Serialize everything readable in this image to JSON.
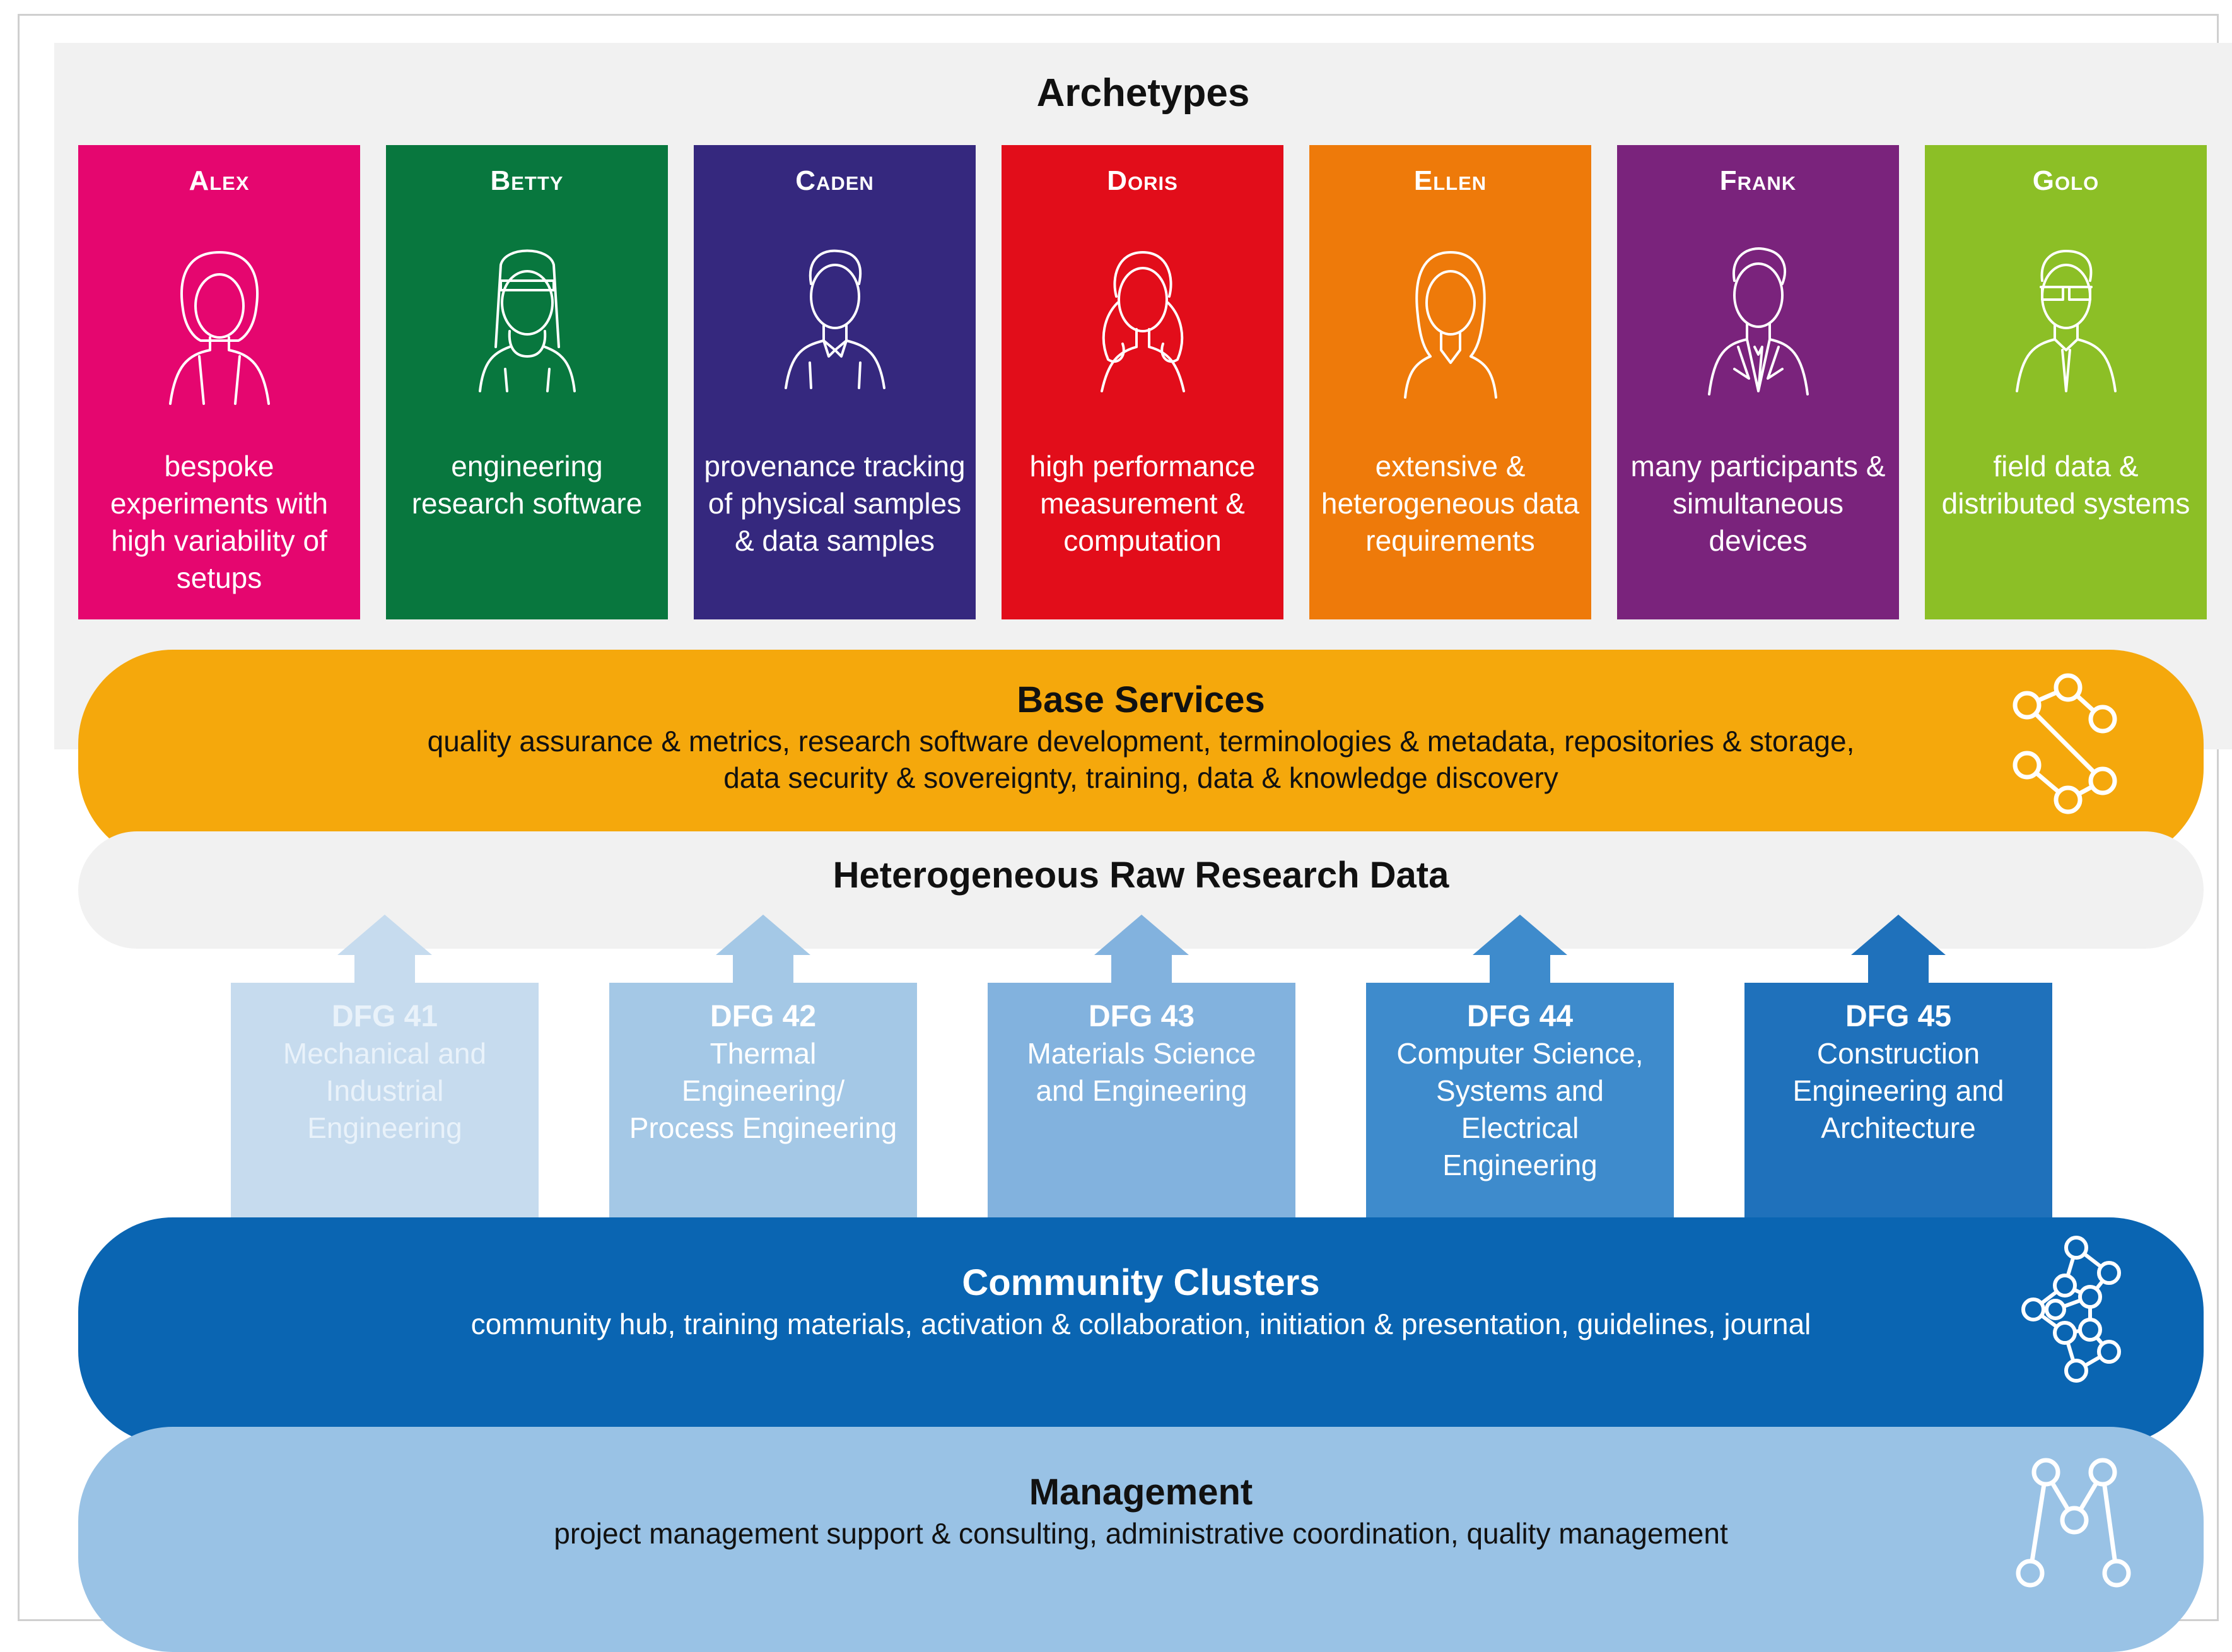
{
  "archetypes": {
    "title": "Archetypes",
    "cards": [
      {
        "name": "Alex",
        "desc": "bespoke experiments with high variability of setups",
        "color": "#e5066f",
        "icon": "woman-short-hair-icon"
      },
      {
        "name": "Betty",
        "desc": "engineering research software",
        "color": "#08773e",
        "icon": "woman-turtleneck-icon"
      },
      {
        "name": "Caden",
        "desc": "provenance tracking of physical samples & data samples",
        "color": "#35287e",
        "icon": "man-shirt-icon"
      },
      {
        "name": "Doris",
        "desc": "high performance measurement & computation",
        "color": "#e20d1a",
        "icon": "woman-pigtails-icon"
      },
      {
        "name": "Ellen",
        "desc": "extensive & heterogeneous data requirements",
        "color": "#ee7a0a",
        "icon": "woman-long-hair-icon"
      },
      {
        "name": "Frank",
        "desc": "many participants & simultaneous devices",
        "color": "#7a237c",
        "icon": "man-suit-icon"
      },
      {
        "name": "Golo",
        "desc": "field data & distributed systems",
        "color": "#8cbf26",
        "icon": "man-glasses-tie-icon"
      }
    ]
  },
  "base_services": {
    "title": "Base Services",
    "line1": "quality assurance & metrics, research software development, terminologies & metadata, repositories & storage,",
    "line2": "data security & sovereignty, training, data & knowledge discovery",
    "icon": "network-links-icon"
  },
  "raw_data": {
    "title": "Heterogeneous Raw Research Data"
  },
  "dfg": [
    {
      "code": "DFG 41",
      "label": "Mechanical and Industrial Engineering",
      "color": "#c6dbee",
      "text_color": "#e9f2fa"
    },
    {
      "code": "DFG 42",
      "label": "Thermal Engineering/ Process Engineering",
      "color": "#a4c8e6",
      "text_color": "#ffffff"
    },
    {
      "code": "DFG 43",
      "label": "Materials Science and Engineering",
      "color": "#82b2de",
      "text_color": "#ffffff"
    },
    {
      "code": "DFG 44",
      "label": "Computer Science, Systems and Electrical Engineering",
      "color": "#3e8bcc",
      "text_color": "#ffffff"
    },
    {
      "code": "DFG 45",
      "label": "Construction Engineering and Architecture",
      "color": "#1f71bb",
      "text_color": "#ffffff"
    }
  ],
  "community_clusters": {
    "title": "Community Clusters",
    "sub": "community hub, training materials, activation & collaboration, initiation & presentation, guidelines, journal",
    "icon": "cluster-network-icon"
  },
  "management": {
    "title": "Management",
    "sub": "project management support & consulting, administrative coordination, quality management",
    "icon": "m-network-icon"
  }
}
